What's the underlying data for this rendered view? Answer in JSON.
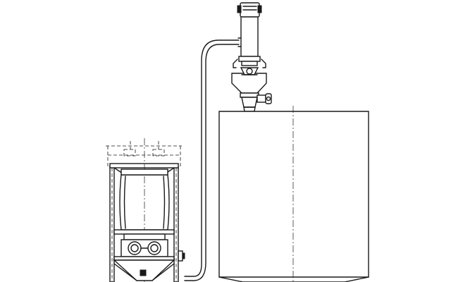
{
  "diagram": {
    "type": "technical-line-drawing",
    "components": [
      "vacuum-conveyor",
      "conveying-hose",
      "discharge-valve",
      "bulk-bag-discharger",
      "receiving-hopper"
    ]
  }
}
